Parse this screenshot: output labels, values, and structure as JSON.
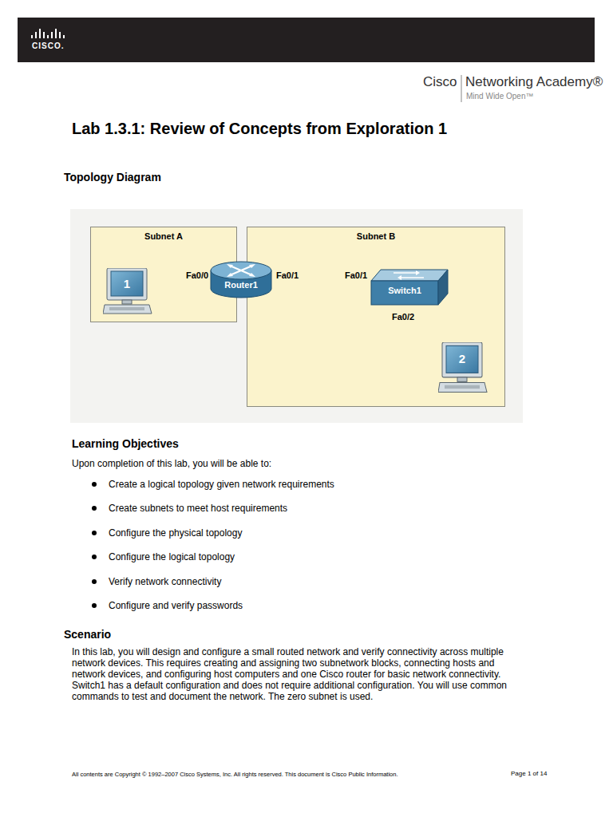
{
  "diagram": {
    "title": "Lab 1.3.1: Review of Concepts from Exploration 1",
    "nodes": [
      {
        "text": [
          "Subnet A"
        ]
      },
      {
        "text": [
          "Subnet B"
        ]
      },
      {
        "text": [
          "1"
        ],
        "in": 0
      },
      {
        "text": [
          "Router1"
        ]
      },
      {
        "text": [
          "Switch1"
        ],
        "in": 1
      },
      {
        "text": [
          "2"
        ],
        "in": 1
      }
    ],
    "edges": [
      {
        "from": 2,
        "to": 3,
        "arrow": "none"
      },
      {
        "from": 2,
        "to": 3,
        "arrow": "none"
      },
      {
        "from": 3,
        "to": 4,
        "arrow": "none"
      },
      {
        "from": 4,
        "to": 5,
        "arrow": "none"
      }
    ],
    "labels": [
      "CISCO.",
      "Cisco",
      "Networking Academy®",
      "Mind Wide Open™",
      "Topology Diagram",
      "Fa0/0",
      "Fa0/1",
      "Fa0/1",
      "Fa0/2",
      "Learning Objectives",
      "Upon completion of this lab, you will be able to:",
      "Create a logical topology given network requirements",
      "Create subnets to meet host requirements",
      "Configure the physical topology",
      "Configure the logical topology",
      "Verify network connectivity",
      "Configure and verify passwords",
      "Scenario",
      "In this lab, you will design and configure a small routed network and verify connectivity across multiple network devices. This requires creating and assigning two subnetwork blocks, connecting hosts and network devices, and configuring host computers and one Cisco router for basic network connectivity. Switch1 has a default configuration and does not require additional configuration. You will use common commands to test and document the network. The zero subnet is used.",
      "All contents are Copyright © 1992–2007 Cisco Systems, Inc. All rights reserved. This document is Cisco Public Information.",
      "Page 1 of 14"
    ]
  }
}
